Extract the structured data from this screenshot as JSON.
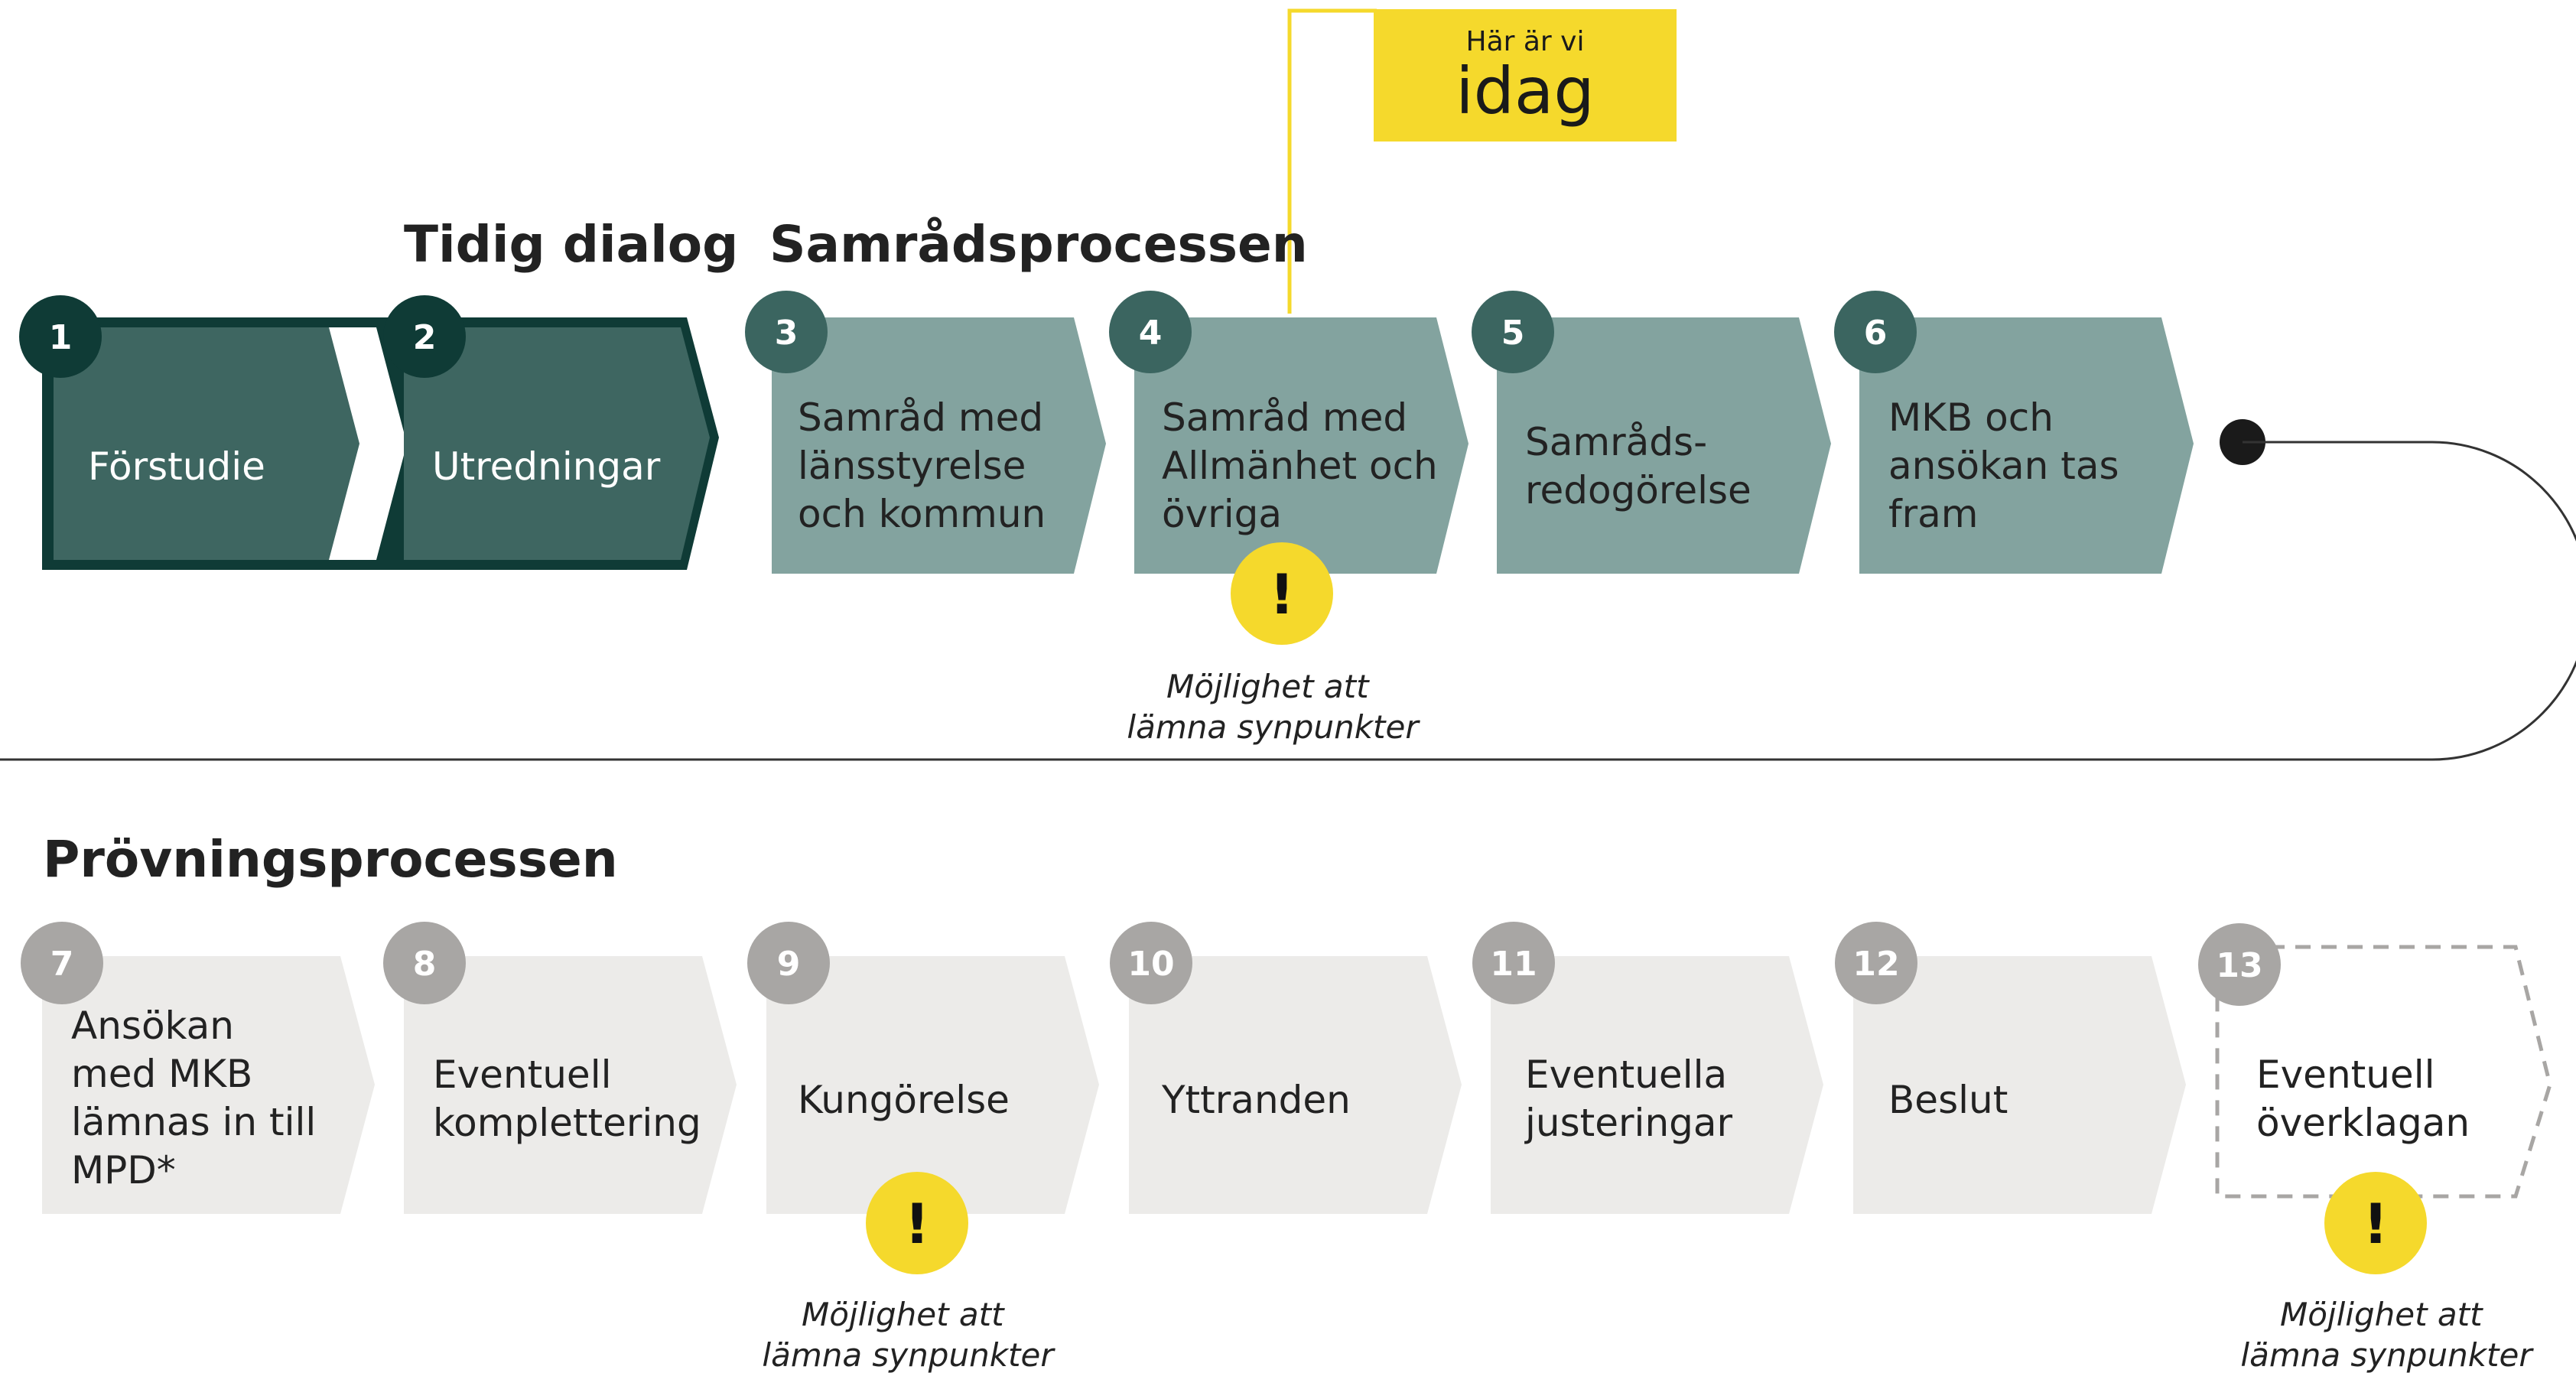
{
  "here_badge": {
    "small": "Här är vi",
    "big": "idag"
  },
  "phases": {
    "early": "Tidig dialog",
    "consultation": "Samrådsprocessen",
    "permit": "Prövningsprocessen"
  },
  "steps": [
    {
      "num": "1",
      "lines": [
        "Förstudie"
      ]
    },
    {
      "num": "2",
      "lines": [
        "Utredningar"
      ]
    },
    {
      "num": "3",
      "lines": [
        "Samråd med",
        "länsstyrelse",
        "och kommun"
      ]
    },
    {
      "num": "4",
      "lines": [
        "Samråd med",
        "Allmänhet och",
        "övriga"
      ]
    },
    {
      "num": "5",
      "lines": [
        "Samråds-",
        "redogörelse"
      ]
    },
    {
      "num": "6",
      "lines": [
        "MKB och",
        "ansökan tas",
        "fram"
      ]
    },
    {
      "num": "7",
      "lines": [
        "Ansökan",
        "med MKB",
        "lämnas in till",
        "MPD*"
      ]
    },
    {
      "num": "8",
      "lines": [
        "Eventuell",
        "komplettering"
      ]
    },
    {
      "num": "9",
      "lines": [
        "Kungörelse"
      ]
    },
    {
      "num": "10",
      "lines": [
        "Yttranden"
      ]
    },
    {
      "num": "11",
      "lines": [
        "Eventuella",
        "justeringar"
      ]
    },
    {
      "num": "12",
      "lines": [
        "Beslut"
      ]
    },
    {
      "num": "13",
      "lines": [
        "Eventuell",
        "överklagan"
      ]
    }
  ],
  "notes": [
    {
      "lines": [
        "Möjlighet att",
        "lämna synpunkter"
      ]
    },
    {
      "lines": [
        "Möjlighet att",
        "lämna synpunkter"
      ]
    },
    {
      "lines": [
        "Möjlighet att",
        "lämna synpunkter"
      ]
    }
  ],
  "warning_symbol": "!",
  "colors": {
    "dark_green": "#3e6661",
    "darkest_green": "#0f3b36",
    "badge_green": "#3b6560",
    "light_green": "#83a39f",
    "grey_step": "#ecebe9",
    "grey_badge": "#a8a6a4",
    "yellow": "#f5d92c"
  }
}
